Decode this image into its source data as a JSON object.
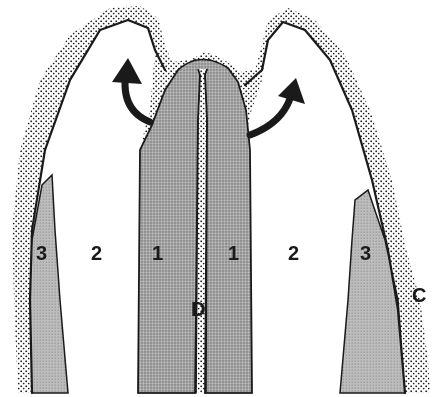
{
  "diagram": {
    "labels": {
      "region_1_left": "1",
      "region_1_right": "1",
      "region_2_left": "2",
      "region_2_right": "2",
      "region_3_left": "3",
      "region_3_right": "3",
      "label_d": "D",
      "label_c": "C"
    },
    "arrows": [
      "curved-arrow-left",
      "curved-arrow-right"
    ],
    "colors": {
      "ink": "#1a1a1a",
      "stipple_dark": "#8d8d8d",
      "stipple_light": "#b9b9b9",
      "background": "#ffffff"
    }
  }
}
